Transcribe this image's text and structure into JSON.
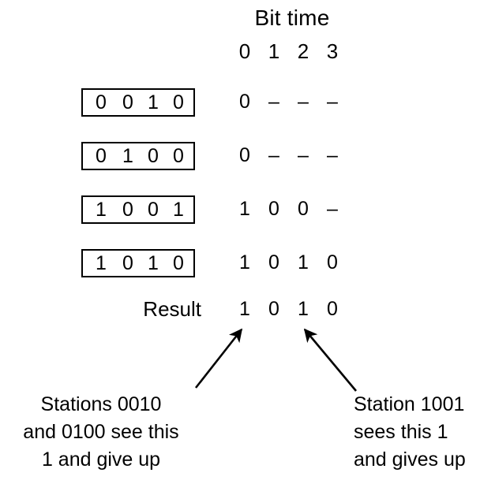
{
  "diagram": {
    "title": "Bit time",
    "bit_indices": [
      "0",
      "1",
      "2",
      "3"
    ],
    "result_label": "Result",
    "columns_x": [
      310,
      347,
      384,
      421
    ],
    "rows": [
      {
        "name": "station-0010",
        "address_bits": [
          "0",
          "0",
          "1",
          "0"
        ],
        "transmitted": [
          "0",
          "–",
          "–",
          "–"
        ]
      },
      {
        "name": "station-0100",
        "address_bits": [
          "0",
          "1",
          "0",
          "0"
        ],
        "transmitted": [
          "0",
          "–",
          "–",
          "–"
        ]
      },
      {
        "name": "station-1001",
        "address_bits": [
          "1",
          "0",
          "0",
          "1"
        ],
        "transmitted": [
          "1",
          "0",
          "0",
          "–"
        ]
      },
      {
        "name": "station-1010",
        "address_bits": [
          "1",
          "0",
          "1",
          "0"
        ],
        "transmitted": [
          "1",
          "0",
          "1",
          "0"
        ]
      }
    ],
    "result_bits": [
      "1",
      "0",
      "1",
      "0"
    ],
    "captions": {
      "left": [
        "Stations 0010",
        "and 0100 see this",
        "1 and give up"
      ],
      "right": [
        "Station 1001",
        "sees this 1",
        "and gives up"
      ]
    },
    "colors": {
      "background": "#ffffff",
      "ink": "#000000"
    }
  }
}
